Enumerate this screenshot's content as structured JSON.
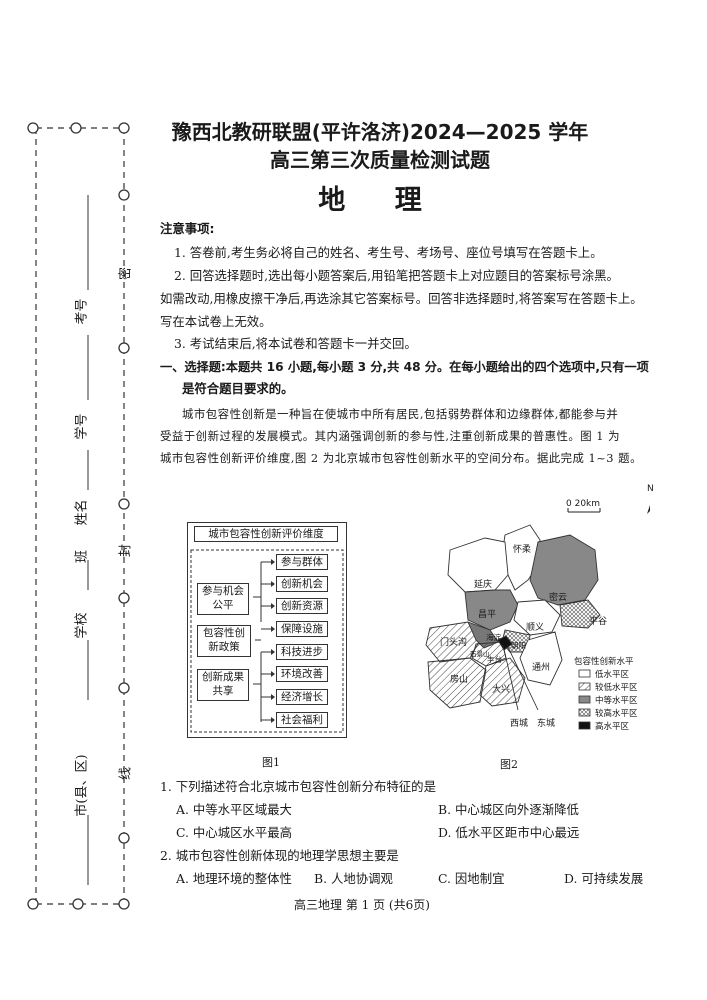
{
  "header": {
    "title_line1": "豫西北教研联盟(平许洛济)2024—2025 学年",
    "title_line2": "高三第三次质量检测试题",
    "subject": "地 理"
  },
  "notice": {
    "heading": "注意事项:",
    "item1": "1. 答卷前,考生务必将自己的姓名、考生号、考场号、座位号填写在答题卡上。",
    "item2_line1": "2. 回答选择题时,选出每小题答案后,用铅笔把答题卡上对应题目的答案标号涂黑。",
    "item2_line2": "如需改动,用橡皮擦干净后,再选涂其它答案标号。回答非选择题时,将答案写在答题卡上。",
    "item2_line3": "写在本试卷上无效。",
    "item3": "3. 考试结束后,将本试卷和答题卡一并交回。"
  },
  "section1": {
    "line1": "一、选择题:本题共 16 小题,每小题 3 分,共 48 分。在每小题给出的四个选项中,只有一项",
    "line2": "是符合题目要求的。"
  },
  "intro": {
    "line1": "城市包容性创新是一种旨在使城市中所有居民,包括弱势群体和边缘群体,都能参与并",
    "line2": "受益于创新过程的发展模式。其内涵强调创新的参与性,注重创新成果的普惠性。图 1 为",
    "line3": "城市包容性创新评价维度,图 2 为北京城市包容性创新水平的空间分布。据此完成 1~3 题。"
  },
  "figure1": {
    "title": "城市包容性创新评价维度",
    "left_boxes": [
      "参与机会公平",
      "包容性创新政策",
      "创新成果共享"
    ],
    "right_boxes": [
      "参与群体",
      "创新机会",
      "创新资源",
      "保障设施",
      "科技进步",
      "环境改善",
      "经济增长",
      "社会福利"
    ],
    "caption": "图1"
  },
  "figure2": {
    "scale": "0  20km",
    "north": "N",
    "districts": [
      "怀柔",
      "延庆",
      "密云",
      "昌平",
      "顺义",
      "平谷",
      "门头沟",
      "海淀",
      "朝阳",
      "石景山",
      "丰台",
      "房山",
      "大兴",
      "通州",
      "西城",
      "东城"
    ],
    "legend_title": "包容性创新水平",
    "legend_items": [
      "低水平区",
      "较低水平区",
      "中等水平区",
      "较高水平区",
      "高水平区"
    ],
    "caption": "图2"
  },
  "q1": {
    "stem": "1. 下列描述符合北京城市包容性创新分布特征的是",
    "a": "A. 中等水平区域最大",
    "b": "B. 中心城区向外逐渐降低",
    "c": "C. 中心城区水平最高",
    "d": "D. 低水平区距市中心最远"
  },
  "q2": {
    "stem": "2. 城市包容性创新体现的地理学思想主要是",
    "a": "A. 地理环境的整体性",
    "b": "B. 人地协调观",
    "c": "C. 因地制宜",
    "d": "D. 可持续发展"
  },
  "footer": "高三地理  第 1 页  (共6页)",
  "binding": {
    "exam_no": "考号",
    "student_no": "学号",
    "name": "姓名",
    "class": "班",
    "school": "学校",
    "county": "市(县、区)",
    "mark_top": "密",
    "mark_mid": "封",
    "mark_bottom": "线"
  }
}
